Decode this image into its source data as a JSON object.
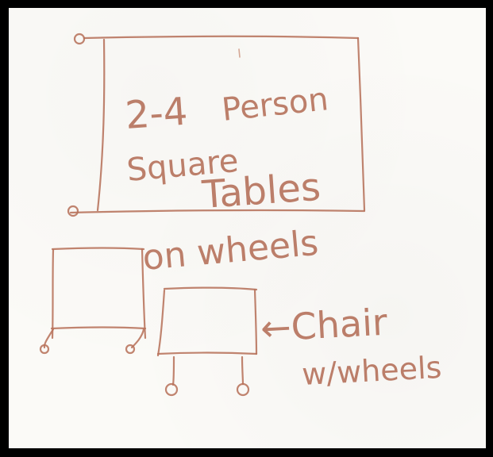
{
  "sketch": {
    "line_2_4": "2-4",
    "line_person": "Person",
    "line_square": "Square",
    "line_tables": "Tables",
    "line_on_wheels": "on wheels",
    "line_chair": "←Chair",
    "line_with_wheels": "w/wheels"
  },
  "colors": {
    "background": "#000000",
    "paper": "#fbfaf7",
    "pencil": "#b8735c"
  }
}
